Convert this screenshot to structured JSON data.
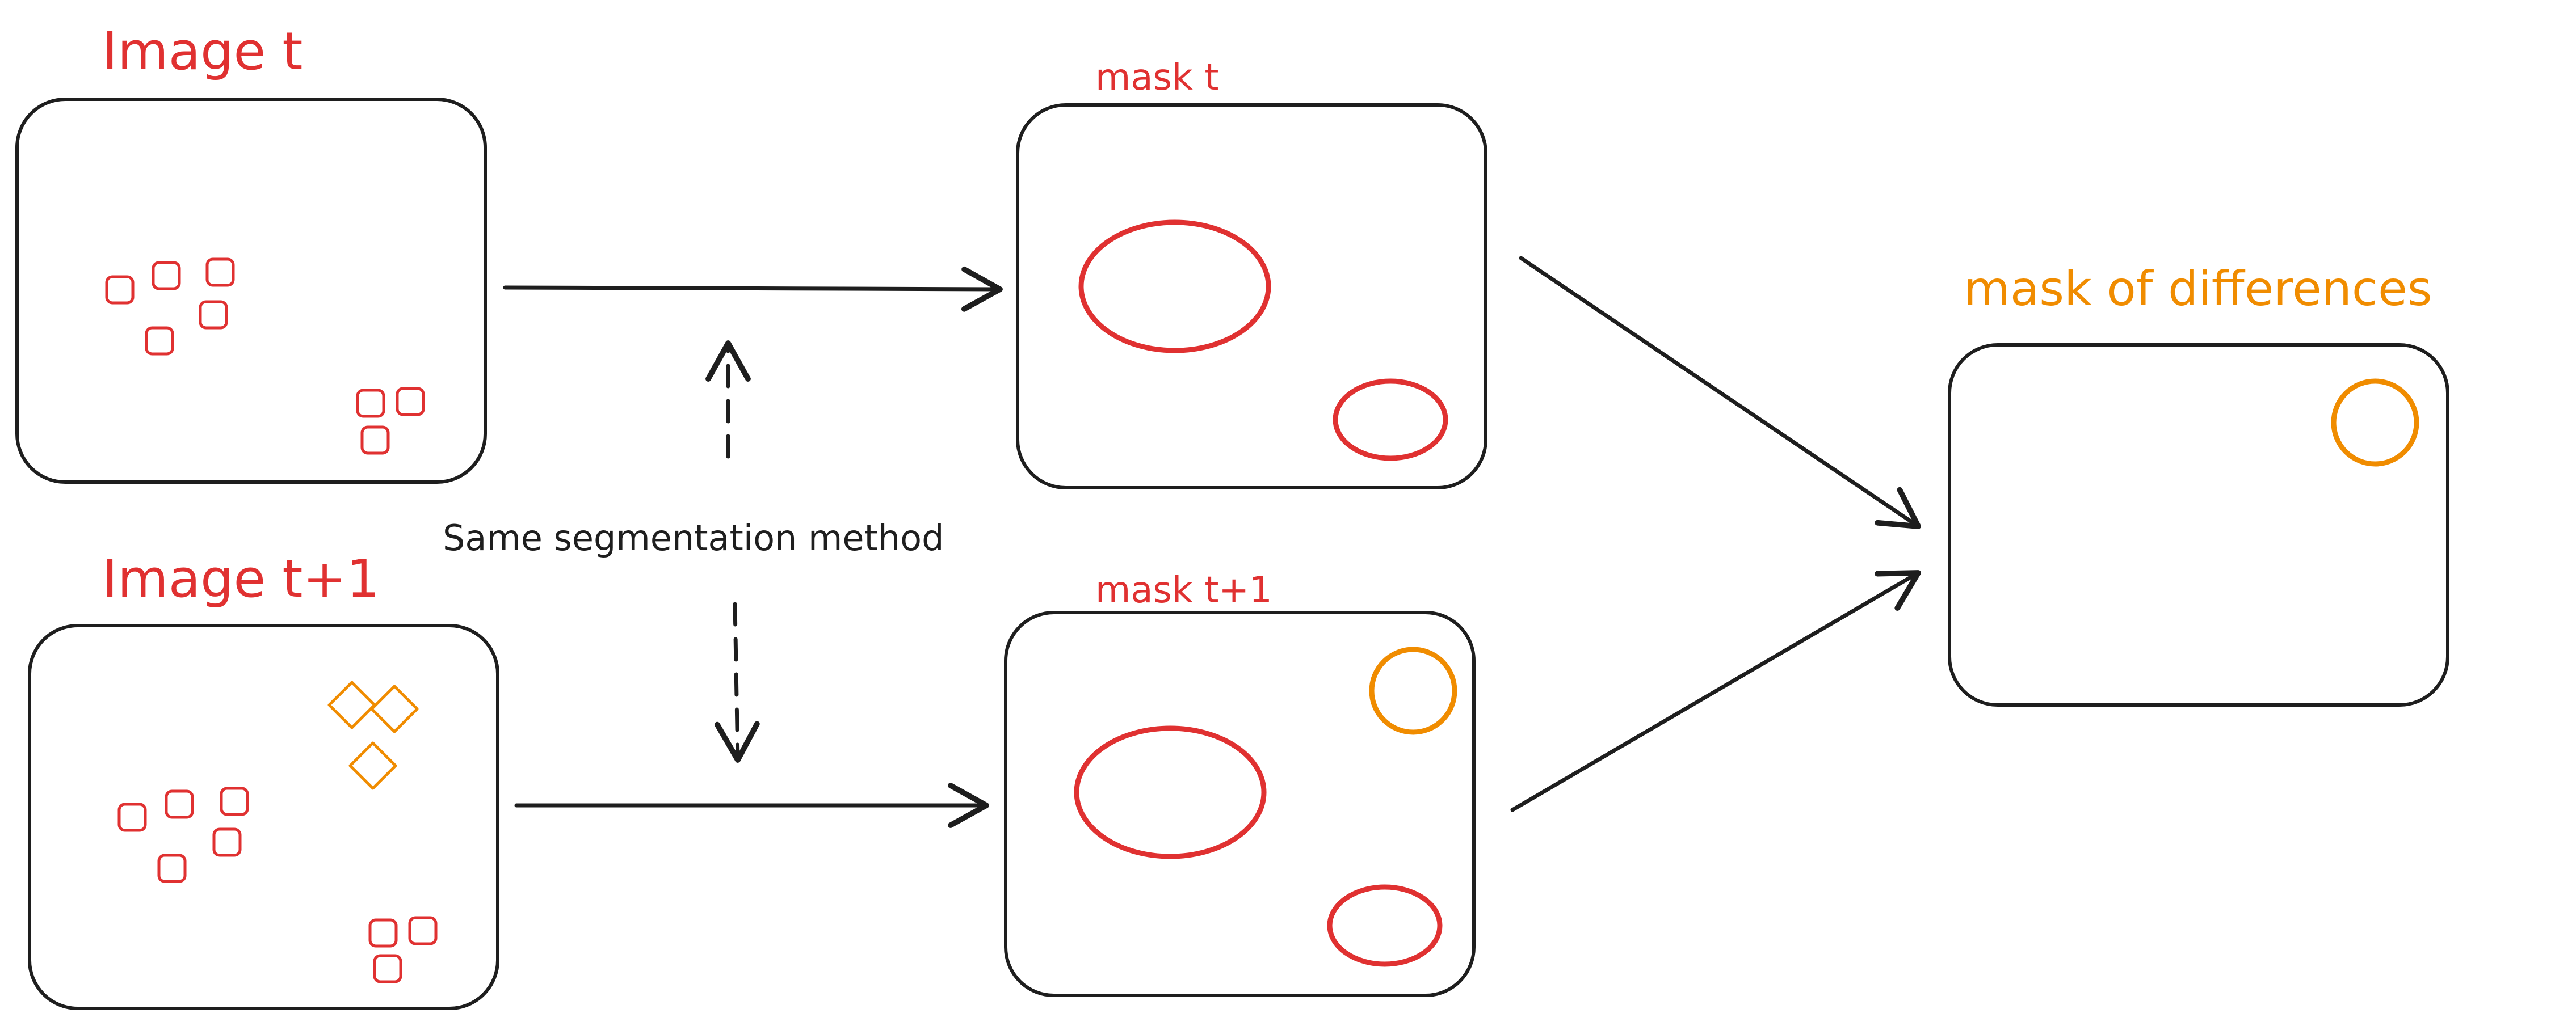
{
  "labels": {
    "image_t": "Image t",
    "image_t1": "Image t+1",
    "mask_t": "mask t",
    "mask_t1": "mask t+1",
    "mask_diff": "mask of differences",
    "method": "Same segmentation method"
  },
  "colors": {
    "red": "#e03131",
    "orange": "#f08c00",
    "stroke": "#1e1e1e",
    "background": "#ffffff"
  }
}
